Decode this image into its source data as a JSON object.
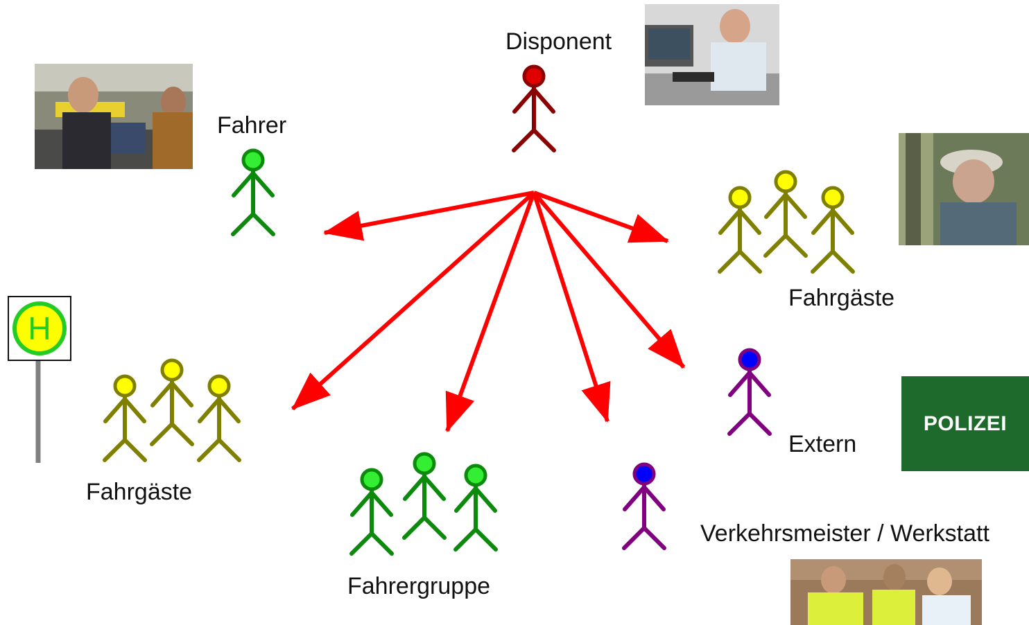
{
  "labels": {
    "disponent": "Disponent",
    "fahrer": "Fahrer",
    "fahrgaeste_right": "Fahrgäste",
    "fahrgaeste_left": "Fahrgäste",
    "fahrergruppe": "Fahrergruppe",
    "extern": "Extern",
    "verkehrsmeister": "Verkehrsmeister / Werkstatt"
  },
  "polizei_sign": "POLIZEI",
  "bus_stop_sign": "H",
  "icons": {
    "stick_figure": "person-icon",
    "bus_stop": "bus-stop-sign-icon"
  },
  "colors": {
    "arrow": "#ff0000",
    "disponent": "#8b0000",
    "fahrer": "#0b8a0b",
    "fahrgaeste": "#808000",
    "extern": "#800080",
    "polizei_bg": "#1e6a2c"
  }
}
